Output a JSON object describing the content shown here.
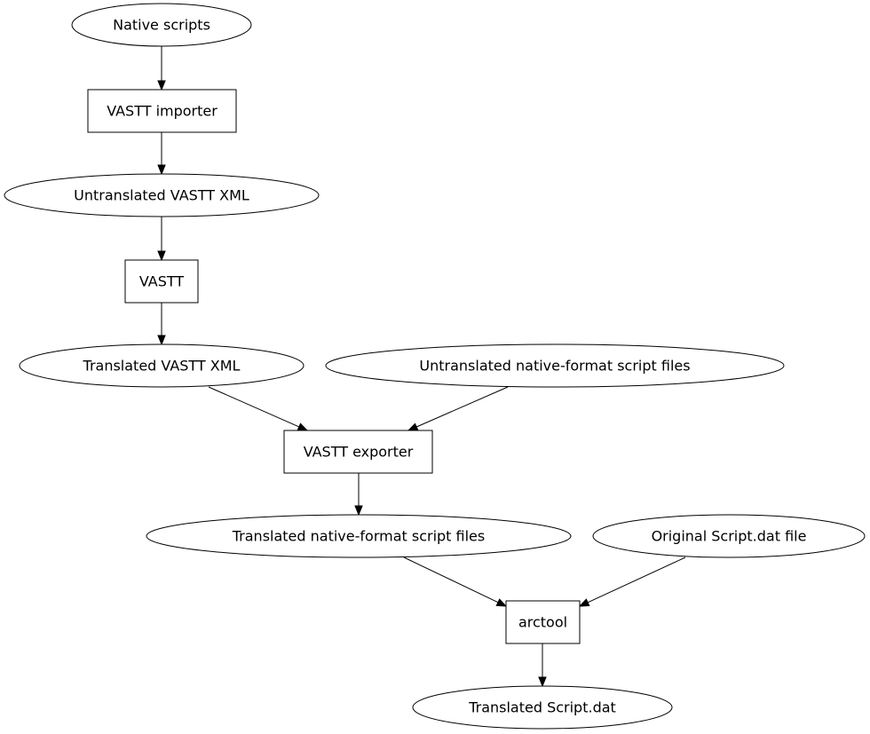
{
  "diagram": {
    "nodes": {
      "native_scripts": {
        "label": "Native scripts",
        "shape": "ellipse"
      },
      "vastt_importer": {
        "label": "VASTT importer",
        "shape": "box"
      },
      "untranslated_vastt_xml": {
        "label": "Untranslated VASTT XML",
        "shape": "ellipse"
      },
      "vastt": {
        "label": "VASTT",
        "shape": "box"
      },
      "translated_vastt_xml": {
        "label": "Translated VASTT XML",
        "shape": "ellipse"
      },
      "untranslated_native_files": {
        "label": "Untranslated native-format script files",
        "shape": "ellipse"
      },
      "vastt_exporter": {
        "label": "VASTT exporter",
        "shape": "box"
      },
      "translated_native_files": {
        "label": "Translated native-format script files",
        "shape": "ellipse"
      },
      "original_script_dat": {
        "label": "Original Script.dat file",
        "shape": "ellipse"
      },
      "arctool": {
        "label": "arctool",
        "shape": "box"
      },
      "translated_script_dat": {
        "label": "Translated Script.dat",
        "shape": "ellipse"
      }
    },
    "edges": [
      {
        "from": "native_scripts",
        "to": "vastt_importer"
      },
      {
        "from": "vastt_importer",
        "to": "untranslated_vastt_xml"
      },
      {
        "from": "untranslated_vastt_xml",
        "to": "vastt"
      },
      {
        "from": "vastt",
        "to": "translated_vastt_xml"
      },
      {
        "from": "translated_vastt_xml",
        "to": "vastt_exporter"
      },
      {
        "from": "untranslated_native_files",
        "to": "vastt_exporter"
      },
      {
        "from": "vastt_exporter",
        "to": "translated_native_files"
      },
      {
        "from": "translated_native_files",
        "to": "arctool"
      },
      {
        "from": "original_script_dat",
        "to": "arctool"
      },
      {
        "from": "arctool",
        "to": "translated_script_dat"
      }
    ]
  }
}
